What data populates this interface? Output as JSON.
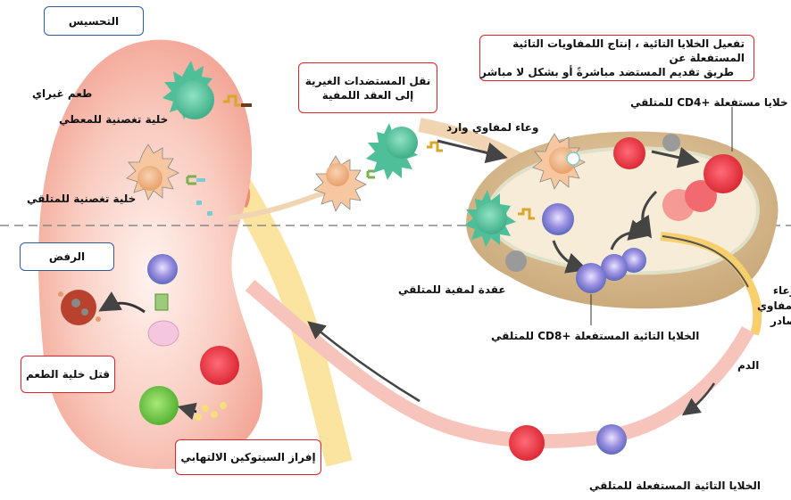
{
  "sections": {
    "sensitization": "التحسيس",
    "rejection": "الرفض"
  },
  "callouts": {
    "transport_antigens": [
      "نقل المستضدات الغيرية",
      "إلى العقد اللمفية"
    ],
    "t_cell_activation": [
      "تفعيل الخلايا التائية ، إنتاج اللمفاويات التائية المستفعلة عن",
      "طريق تقديم المستضد مباشرةً أو بشكل لا مباشر"
    ],
    "graft_cell_killing": "قتل خلية الطعم",
    "cytokine_secretion": "إفراز السيتوكين الالتهابي"
  },
  "labels": {
    "allograft": "طعم غيراي",
    "donor_dendritic_cell": "خلية تغصنية للمعطي",
    "recipient_dendritic_cell": "خلية تغصنية للمتلقي",
    "afferent_lymphatic": "وعاء لمفاوي وارد",
    "cd4_cells": "خلايا مستفعلة +CD4 للمتلقي",
    "recipient_lymph_node": "عقدة لمفية للمتلقي",
    "cd8_cells": "الخلايا التائية المستفعلة +CD8 للمتلقي",
    "efferent_lymphatic": [
      "وعاء",
      "لمفاوي",
      "صادر"
    ],
    "blood": "الدم",
    "recipient_effector_t_cells": "الخلايا التائية المستفعلة للمتلقي"
  },
  "colors": {
    "kidney": "#f6b7a8",
    "donor_dc": "#4fbf9a",
    "recipient_dc": "#e9a26b",
    "cd4_cell": "#e8363f",
    "cd8_cell": "#6f73c9",
    "lymph_node": "#d8b98c",
    "box_blue": "#2e5aa6",
    "box_red": "#e0232a"
  }
}
